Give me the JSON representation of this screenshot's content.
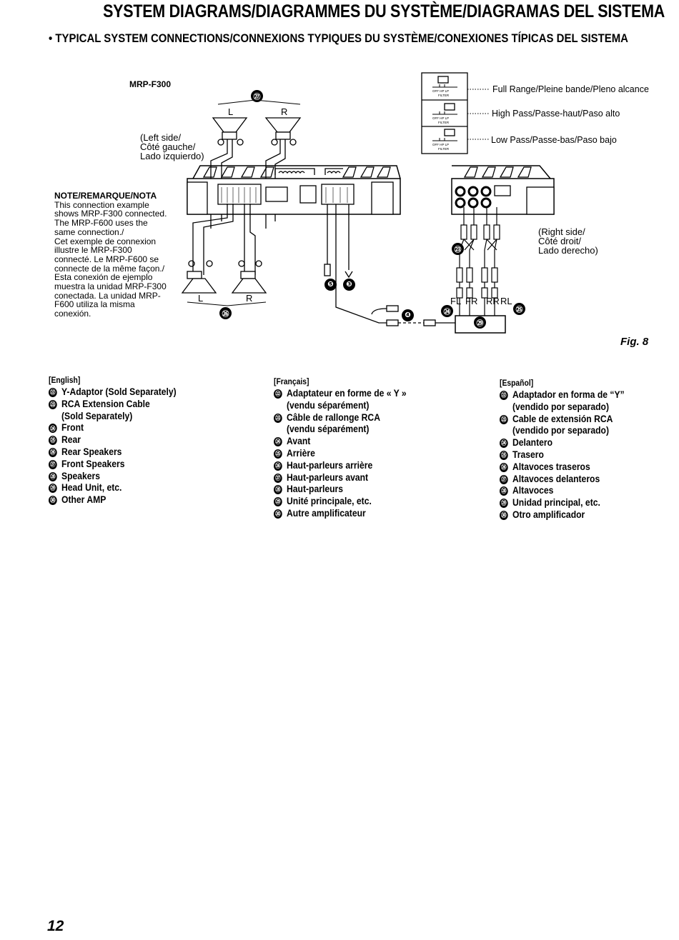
{
  "page": {
    "title": "SYSTEM DIAGRAMS/DIAGRAMMES DU SYSTÈME/DIAGRAMAS DEL SISTEMA",
    "subtitle": "• TYPICAL SYSTEM CONNECTIONS/CONNEXIONS TYPIQUES DU SYSTÈME/CONEXIONES TÍPICAS DEL SISTEMA",
    "page_number": "12",
    "fig_caption": "Fig. 8"
  },
  "diagram": {
    "model": "MRP-F300",
    "left_side": [
      "(Left side/",
      "Côté gauche/",
      "Lado izquierdo)"
    ],
    "right_side": [
      "(Right side/",
      "Côté droit/",
      "Lado derecho)"
    ],
    "L": "L",
    "R": "R",
    "filters": [
      "Full Range/Pleine bande/Pleno alcance",
      "High Pass/Passe-haut/Paso alto",
      "Low Pass/Passe-bas/Paso bajo"
    ],
    "filter_small": "FILTER",
    "filter_modes": "OFF  HP  LP",
    "channels": [
      "FL",
      "FR",
      "RR",
      "RL"
    ],
    "badges": {
      "b27": "㉗",
      "b26": "㉖",
      "b23": "㉓",
      "b24": "㉔",
      "b25": "㉕",
      "b29": "㉙",
      "b5": "❺",
      "b3": "❸",
      "b4": "❹"
    }
  },
  "note": {
    "heading": "NOTE/REMARQUE/NOTA",
    "lines": [
      "This connection example",
      "shows MRP-F300 connected.",
      "The MRP-F600 uses the",
      "same connection./",
      "Cet exemple de connexion",
      "illustre le MRP-F300",
      "connecté. Le MRP-F600 se",
      "connecte de la même façon./",
      "Esta conexión de ejemplo",
      "muestra la unidad MRP-F300",
      "conectada. La unidad MRP-",
      "F600 utiliza la misma",
      "conexión."
    ]
  },
  "legend": {
    "english": {
      "header": "[English]",
      "items": [
        {
          "n": "㉒",
          "t": "Y-Adaptor (Sold Separately)"
        },
        {
          "n": "㉓",
          "t": "RCA Extension Cable"
        },
        {
          "n": "",
          "t": "(Sold Separately)"
        },
        {
          "n": "㉔",
          "t": "Front"
        },
        {
          "n": "㉕",
          "t": "Rear"
        },
        {
          "n": "㉖",
          "t": "Rear Speakers"
        },
        {
          "n": "㉗",
          "t": "Front Speakers"
        },
        {
          "n": "㉘",
          "t": "Speakers"
        },
        {
          "n": "㉙",
          "t": "Head Unit, etc."
        },
        {
          "n": "㉚",
          "t": "Other AMP"
        }
      ]
    },
    "french": {
      "header": "[Français]",
      "items": [
        {
          "n": "㉒",
          "t": "Adaptateur en forme de « Y »"
        },
        {
          "n": "",
          "t": "(vendu séparément)"
        },
        {
          "n": "㉓",
          "t": "Câble de rallonge RCA"
        },
        {
          "n": "",
          "t": "(vendu séparément)"
        },
        {
          "n": "㉔",
          "t": "Avant"
        },
        {
          "n": "㉕",
          "t": "Arrière"
        },
        {
          "n": "㉖",
          "t": "Haut-parleurs arrière"
        },
        {
          "n": "㉗",
          "t": "Haut-parleurs avant"
        },
        {
          "n": "㉘",
          "t": "Haut-parleurs"
        },
        {
          "n": "㉙",
          "t": "Unité principale, etc."
        },
        {
          "n": "㉚",
          "t": "Autre amplificateur"
        }
      ]
    },
    "spanish": {
      "header": "[Español]",
      "items": [
        {
          "n": "㉒",
          "t": "Adaptador en forma de “Y”"
        },
        {
          "n": "",
          "t": "(vendido por separado)"
        },
        {
          "n": "㉓",
          "t": "Cable de extensión RCA"
        },
        {
          "n": "",
          "t": "(vendido por separado)"
        },
        {
          "n": "㉔",
          "t": "Delantero"
        },
        {
          "n": "㉕",
          "t": "Trasero"
        },
        {
          "n": "㉖",
          "t": "Altavoces traseros"
        },
        {
          "n": "㉗",
          "t": "Altavoces delanteros"
        },
        {
          "n": "㉘",
          "t": "Altavoces"
        },
        {
          "n": "㉙",
          "t": "Unidad principal, etc."
        },
        {
          "n": "㉚",
          "t": "Otro amplificador"
        }
      ]
    }
  }
}
